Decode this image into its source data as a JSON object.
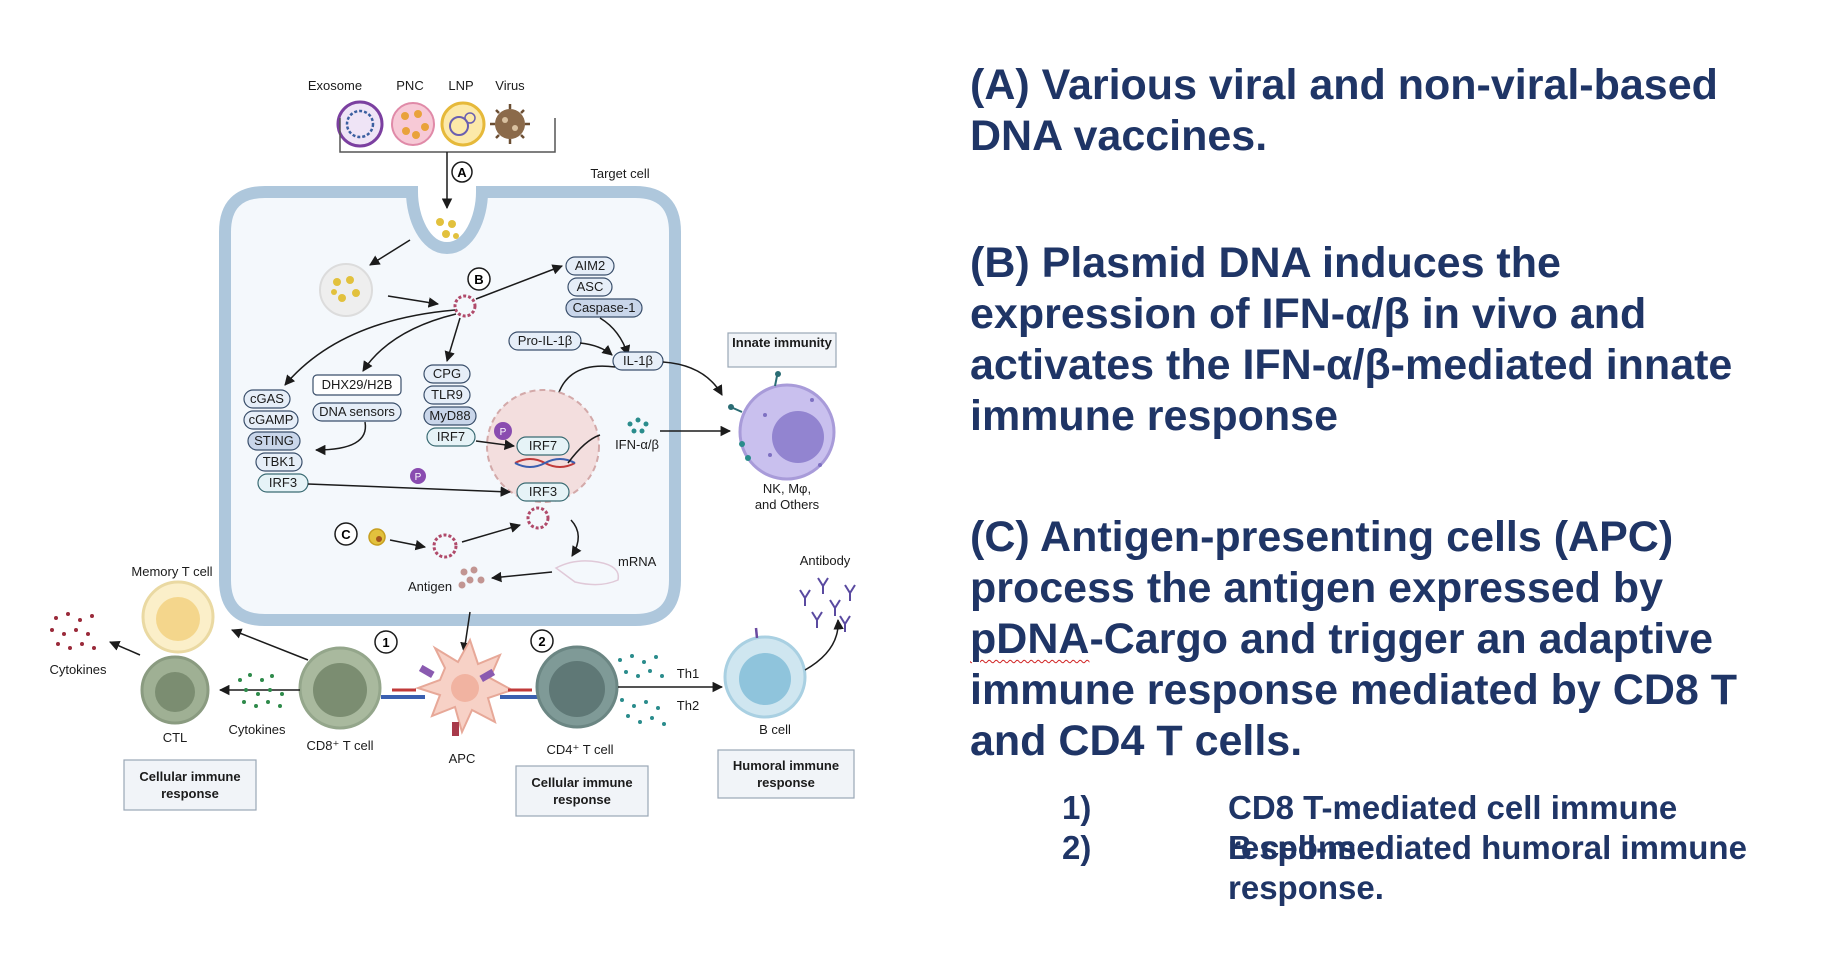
{
  "panel": {
    "a": "(A) Various viral and non-viral-based DNA vaccines.",
    "b": "(B) Plasmid DNA induces the expression of IFN-α/β in vivo and activates the IFN-α/β-mediated innate immune response",
    "c_before": "(C) Antigen-presenting cells (APC) process the antigen expressed by ",
    "c_underlined": "pDNA",
    "c_after": "-Cargo and trigger an adaptive immune response mediated by CD8 T and CD4 T cells.",
    "items": [
      {
        "num": "1)",
        "text": "CD8 T-mediated cell immune response."
      },
      {
        "num": "2)",
        "text": "B cell-mediated humoral immune response."
      }
    ]
  },
  "diagram": {
    "vectors": [
      "Exosome",
      "PNC",
      "LNP",
      "Virus"
    ],
    "step_markers": [
      "A",
      "B",
      "C"
    ],
    "target_cell": "Target cell",
    "inflammasome": [
      "AIM2",
      "ASC",
      "Caspase-1"
    ],
    "pro_il1b": "Pro-IL-1β",
    "il1b": "IL-1β",
    "innate_immunity": "Innate immunity",
    "sting_pathway": [
      "cGAS",
      "cGAMP",
      "STING",
      "TBK1",
      "IRF3"
    ],
    "dna_sensors": [
      "DHX29/H2B",
      "DNA sensors"
    ],
    "tlr_pathway": [
      "CPG",
      "TLR9",
      "MyD88",
      "IRF7"
    ],
    "phospho": "P",
    "nucleus_irf7": "IRF7",
    "nucleus_irf3": "IRF3",
    "ifn": "IFN-α/β",
    "nk_label_1": "NK, Mφ,",
    "nk_label_2": "and Others",
    "mrna": "mRNA",
    "antigen": "Antigen",
    "antibody": "Antibody",
    "memory_t": "Memory T cell",
    "cytokines_top": "Cytokines",
    "cytokines_bottom": "Cytokines",
    "ctl": "CTL",
    "cd8": "CD8⁺ T cell",
    "apc": "APC",
    "cd4": "CD4⁺ T cell",
    "th1": "Th1",
    "th2": "Th2",
    "b_cell": "B cell",
    "num_markers": [
      "1",
      "2"
    ],
    "cellular_1": [
      "Cellular immune",
      "response"
    ],
    "cellular_2": [
      "Cellular immune",
      "response"
    ],
    "humoral": [
      "Humoral immune",
      "response"
    ]
  },
  "colors": {
    "heading_text": "#1f3566",
    "membrane": "#aec7dc",
    "pill_fill": "#e6eef8",
    "nucleus": "#f3dede",
    "nk_cell": "#b3a7e0",
    "t_cell": "#8ea38a",
    "b_cell": "#8fc4dc",
    "memory_cell": "#f6e3a8"
  }
}
